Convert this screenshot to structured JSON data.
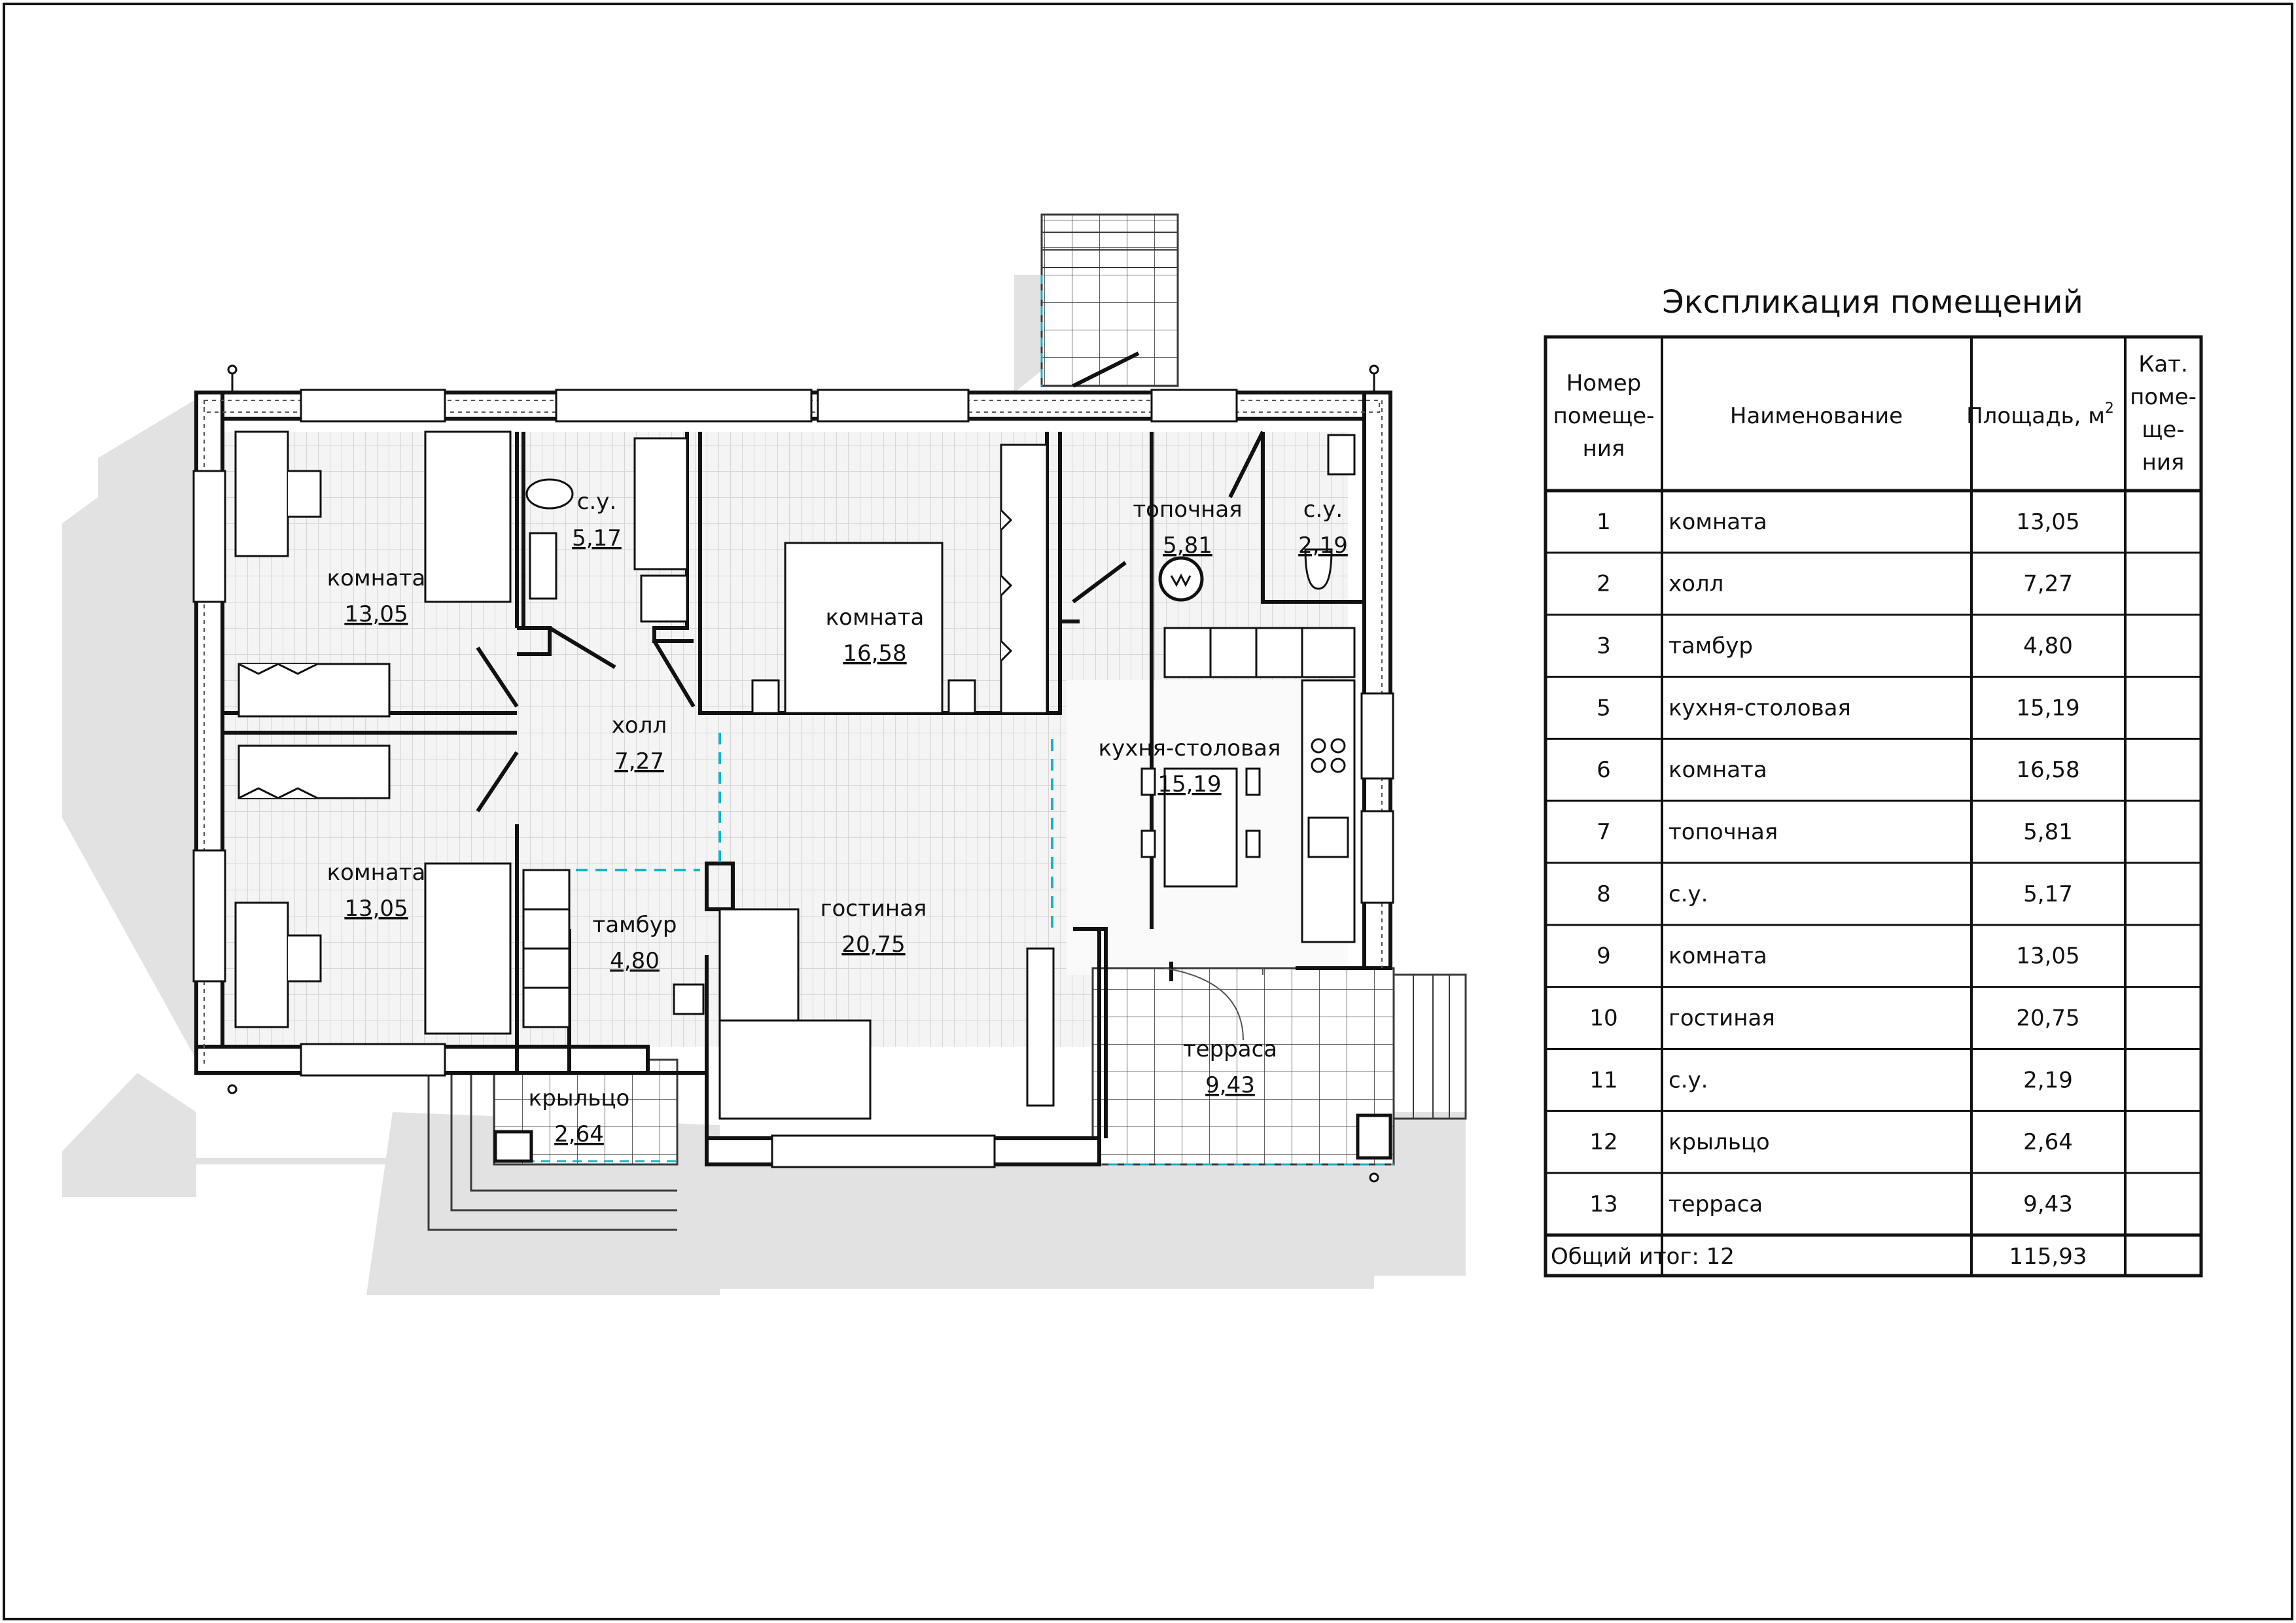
{
  "plan": {
    "rooms": [
      {
        "id": "room-1",
        "name": "комната",
        "area": "13,05"
      },
      {
        "id": "room-9",
        "name": "комната",
        "area": "13,05"
      },
      {
        "id": "room-8",
        "name": "с.у.",
        "area": "5,17"
      },
      {
        "id": "room-6",
        "name": "комната",
        "area": "16,58"
      },
      {
        "id": "room-7",
        "name": "топочная",
        "area": "5,81"
      },
      {
        "id": "room-11",
        "name": "с.у.",
        "area": "2,19"
      },
      {
        "id": "room-2",
        "name": "холл",
        "area": "7,27"
      },
      {
        "id": "room-5",
        "name": "кухня-столовая",
        "area": "15,19"
      },
      {
        "id": "room-3",
        "name": "тамбур",
        "area": "4,80"
      },
      {
        "id": "room-10",
        "name": "гостиная",
        "area": "20,75"
      },
      {
        "id": "room-13",
        "name": "терраса",
        "area": "9,43"
      },
      {
        "id": "room-12",
        "name": "крыльцо",
        "area": "2,64"
      }
    ],
    "colors": {
      "wall": "#111111",
      "shadow": "#e2e2e2",
      "floor": "#eeeeee",
      "dash": "#17b3c4"
    }
  },
  "schedule": {
    "title": "Экспликация помещений",
    "headers": {
      "number": [
        "Номер",
        "помеще-",
        "ния"
      ],
      "name": "Наименование",
      "area": "Площадь, м",
      "area_sup": "2",
      "category": [
        "Кат.",
        "поме-",
        "ще-",
        "ния"
      ]
    },
    "rows": [
      {
        "number": "1",
        "name": "комната",
        "area": "13,05",
        "category": ""
      },
      {
        "number": "2",
        "name": "холл",
        "area": "7,27",
        "category": ""
      },
      {
        "number": "3",
        "name": "тамбур",
        "area": "4,80",
        "category": ""
      },
      {
        "number": "5",
        "name": "кухня-столовая",
        "area": "15,19",
        "category": ""
      },
      {
        "number": "6",
        "name": "комната",
        "area": "16,58",
        "category": ""
      },
      {
        "number": "7",
        "name": "топочная",
        "area": "5,81",
        "category": ""
      },
      {
        "number": "8",
        "name": "с.у.",
        "area": "5,17",
        "category": ""
      },
      {
        "number": "9",
        "name": "комната",
        "area": "13,05",
        "category": ""
      },
      {
        "number": "10",
        "name": "гостиная",
        "area": "20,75",
        "category": ""
      },
      {
        "number": "11",
        "name": "с.у.",
        "area": "2,19",
        "category": ""
      },
      {
        "number": "12",
        "name": "крыльцо",
        "area": "2,64",
        "category": ""
      },
      {
        "number": "13",
        "name": "терраса",
        "area": "9,43",
        "category": ""
      }
    ],
    "total": {
      "label": "Общий итог: 12",
      "area": "115,93"
    }
  }
}
